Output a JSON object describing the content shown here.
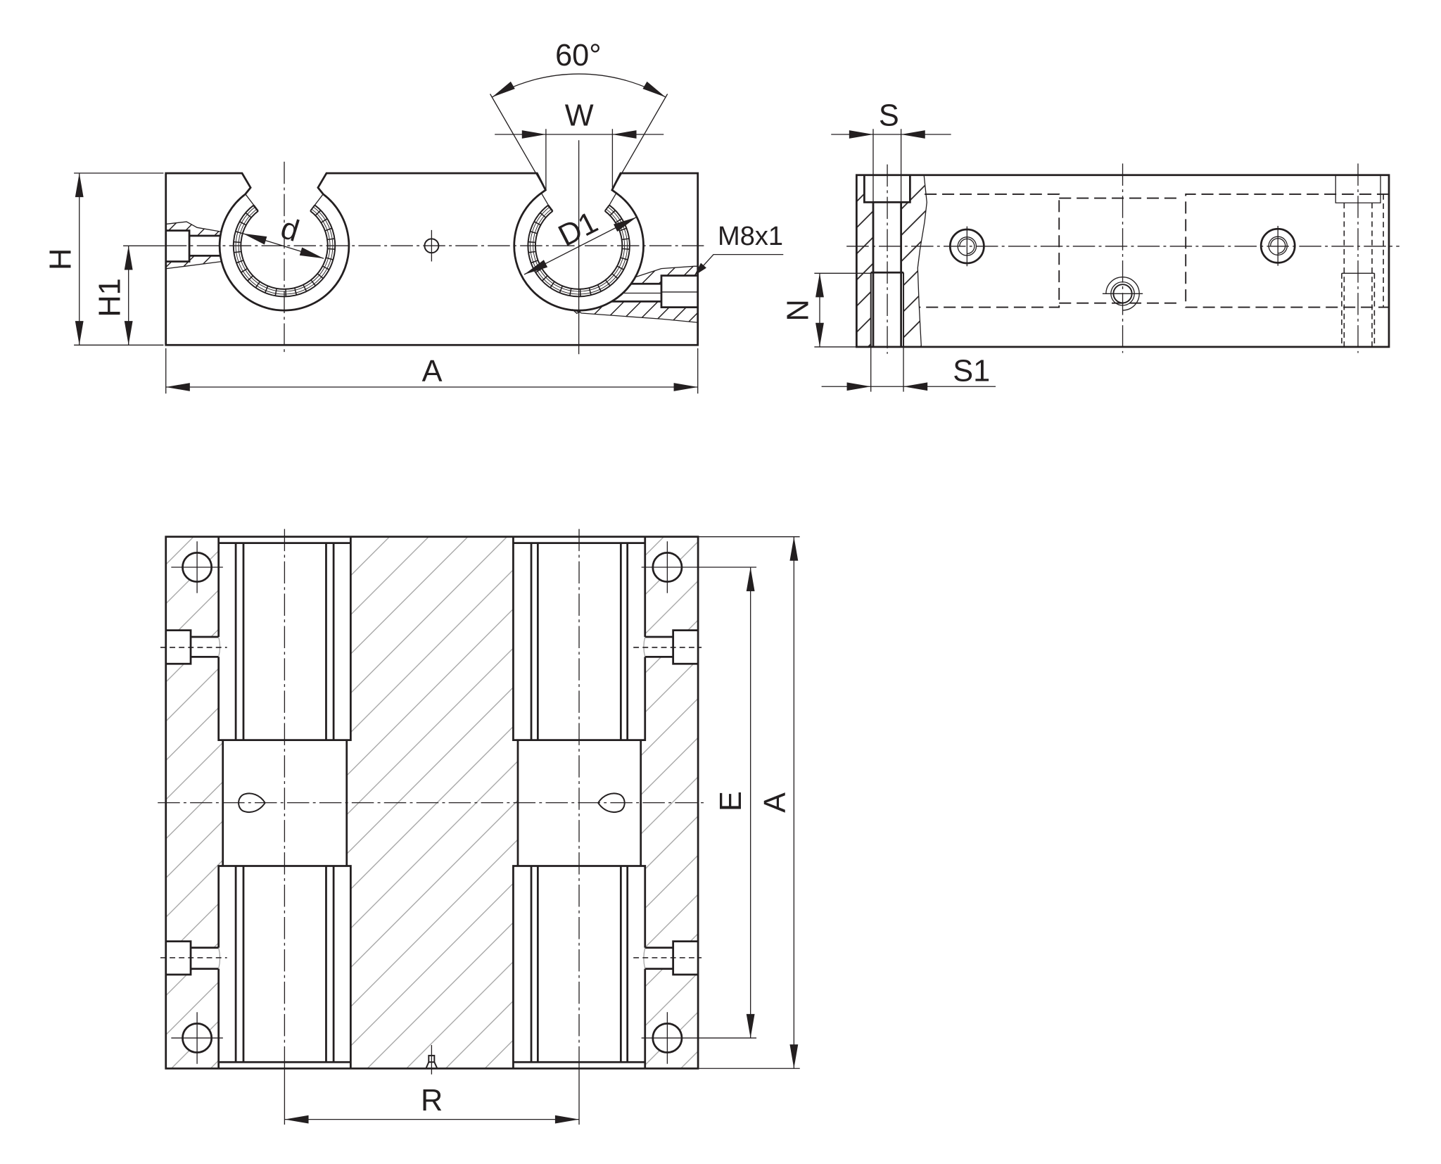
{
  "front_view": {
    "labels": {
      "angle": "60°",
      "slot_width": "W",
      "height": "H",
      "center_height": "H1",
      "bore_d": "d",
      "bore_D1": "D1",
      "thread": "M8x1",
      "length": "A"
    }
  },
  "side_view": {
    "labels": {
      "S": "S",
      "S1": "S1",
      "N": "N"
    }
  },
  "top_view": {
    "labels": {
      "E": "E",
      "length": "A",
      "R": "R"
    }
  },
  "colors": {
    "line": "#231f20",
    "section_hatch": "#231f20",
    "light_hatch": "#9d9d9d",
    "background": "#ffffff"
  }
}
